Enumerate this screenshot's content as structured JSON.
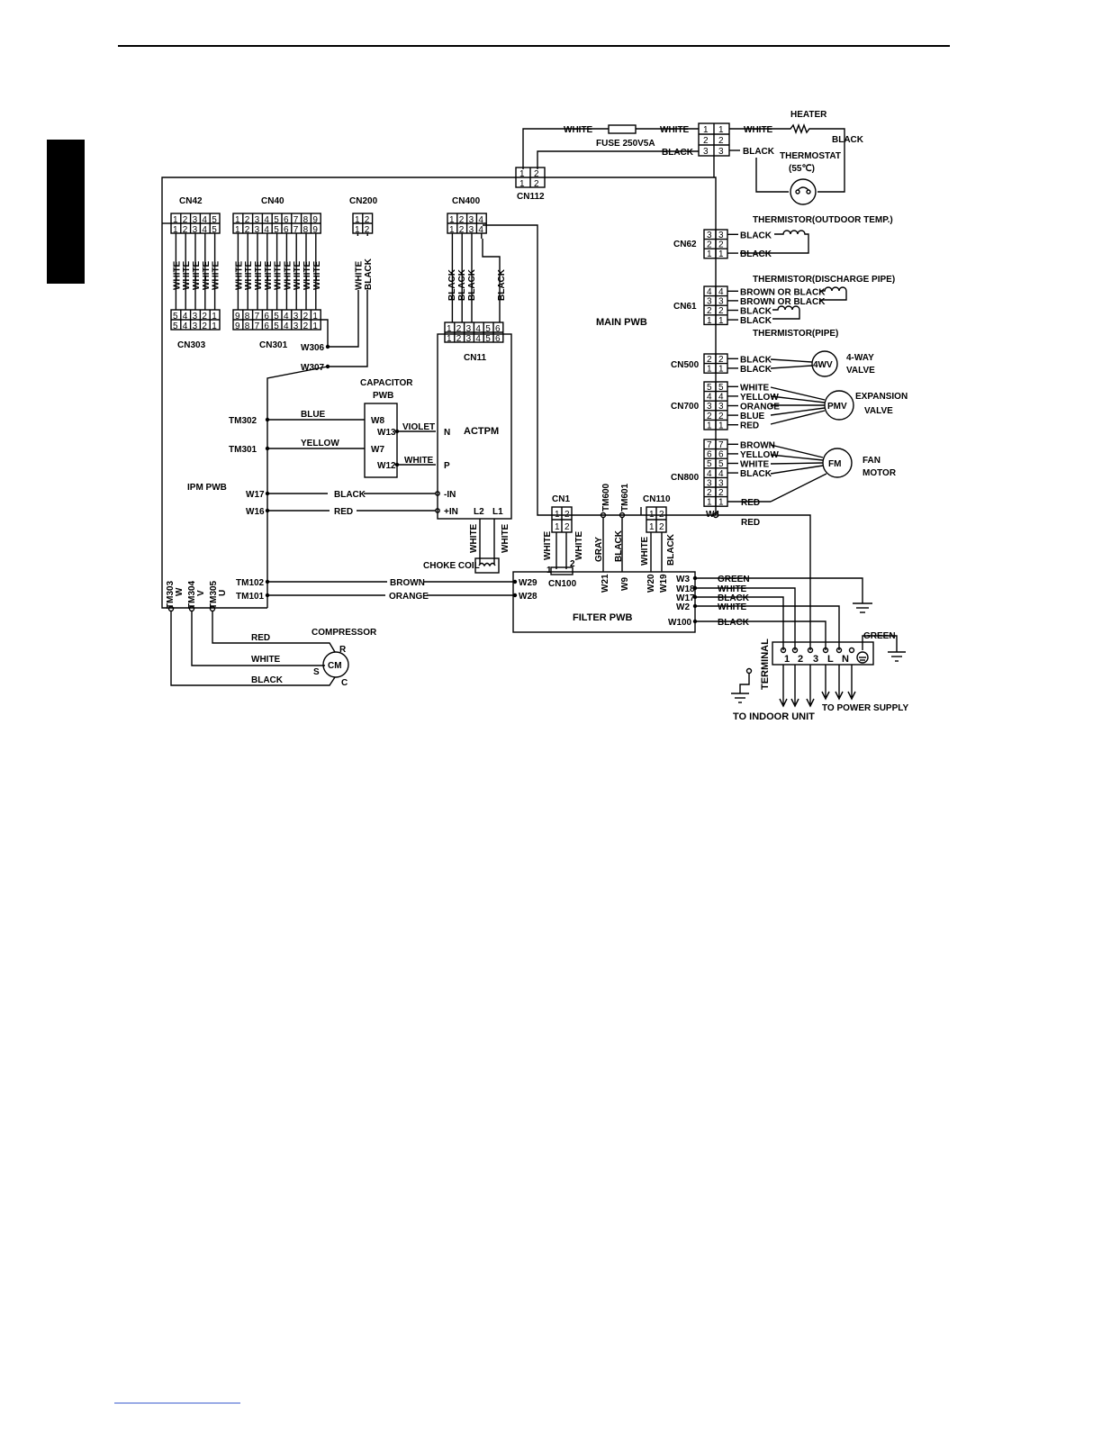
{
  "colors": {
    "ink": "#000000",
    "paper": "#ffffff",
    "side_tab": "#000000",
    "footer_rule": "#3355cc"
  },
  "power": {
    "fuse": "FUSE 250V5A",
    "white": "WHITE",
    "black": "BLACK",
    "heater": "HEATER",
    "thermostat": "THERMOSTAT",
    "thermostat_temp": "(55℃)",
    "cn112": "CN112",
    "pin1": "1",
    "pin2": "2",
    "pin3": "3"
  },
  "main_pwb": {
    "label": "MAIN PWB"
  },
  "left_connectors": {
    "cn42": {
      "name": "CN42",
      "pins": [
        "1",
        "2",
        "3",
        "4",
        "5"
      ],
      "wires": [
        "WHITE",
        "WHITE",
        "WHITE",
        "WHITE",
        "WHITE"
      ]
    },
    "cn40": {
      "name": "CN40",
      "pins": [
        "1",
        "2",
        "3",
        "4",
        "5",
        "6",
        "7",
        "8",
        "9"
      ],
      "wires": [
        "WHITE",
        "WHITE",
        "WHITE",
        "WHITE",
        "WHITE",
        "WHITE",
        "WHITE",
        "WHITE",
        "WHITE"
      ]
    },
    "cn200": {
      "name": "CN200",
      "pins": [
        "1",
        "2"
      ],
      "wires": [
        "WHITE",
        "BLACK"
      ]
    },
    "cn400": {
      "name": "CN400",
      "pins": [
        "1",
        "2",
        "3",
        "4"
      ],
      "wires": [
        "BLACK",
        "BLACK",
        "BLACK",
        "BLACK"
      ]
    },
    "cn303": {
      "name": "CN303",
      "pins": [
        "5",
        "4",
        "3",
        "2",
        "1"
      ]
    },
    "cn301": {
      "name": "CN301",
      "pins": [
        "9",
        "8",
        "7",
        "6",
        "5",
        "4",
        "3",
        "2",
        "1"
      ]
    },
    "cn11": {
      "name": "CN11",
      "pins": [
        "1",
        "2",
        "3",
        "4",
        "5",
        "6"
      ]
    },
    "w306": "W306",
    "w307": "W307"
  },
  "right_side": {
    "cn62": {
      "name": "CN62",
      "pins": [
        "3",
        "2",
        "1"
      ],
      "wires": [
        "BLACK",
        "BLACK"
      ],
      "part": "THERMISTOR(OUTDOOR TEMP.)"
    },
    "cn61": {
      "name": "CN61",
      "pins": [
        "4",
        "3",
        "2",
        "1"
      ],
      "wires": [
        "BROWN OR BLACK",
        "BROWN OR BLACK",
        "BLACK",
        "BLACK"
      ],
      "part_top": "THERMISTOR(DISCHARGE PIPE)",
      "part_bottom": "THERMISTOR(PIPE)"
    },
    "cn500": {
      "name": "CN500",
      "pins": [
        "2",
        "1"
      ],
      "wires": [
        "BLACK",
        "BLACK"
      ],
      "device": "4WV",
      "device_label1": "4-WAY",
      "device_label2": "VALVE"
    },
    "cn700": {
      "name": "CN700",
      "pins": [
        "5",
        "4",
        "3",
        "2",
        "1"
      ],
      "wires": [
        "WHITE",
        "YELLOW",
        "ORANGE",
        "BLUE",
        "RED"
      ],
      "device": "PMV",
      "device_label1": "EXPANSION",
      "device_label2": "VALVE"
    },
    "cn800": {
      "name": "CN800",
      "pins": [
        "7",
        "6",
        "5",
        "4",
        "3",
        "2",
        "1"
      ],
      "wires": [
        "BROWN",
        "YELLOW",
        "WHITE",
        "BLACK",
        "RED"
      ],
      "device": "FM",
      "device_label1": "FAN",
      "device_label2": "MOTOR"
    },
    "w4": "W4",
    "w4_wire": "RED"
  },
  "ipm": {
    "label": "IPM PWB",
    "tm302": "TM302",
    "tm301": "TM301",
    "w17": "W17",
    "w16": "W16",
    "tm102": "TM102",
    "tm101": "TM101",
    "tm303": "TM303",
    "tm304": "TM304",
    "tm305": "TM305",
    "w": "W",
    "v": "V",
    "u": "U",
    "blue": "BLUE",
    "yellow": "YELLOW",
    "black": "BLACK",
    "red": "RED",
    "brown": "BROWN",
    "orange": "ORANGE"
  },
  "capacitor": {
    "label1": "CAPACITOR",
    "label2": "PWB",
    "w8": "W8",
    "w7": "W7",
    "w13": "W13",
    "w12": "W12",
    "violet": "VIOLET",
    "white": "WHITE"
  },
  "actpm": {
    "label": "ACTPM",
    "n": "N",
    "p": "P",
    "minus_in": "-IN",
    "plus_in": "+IN",
    "l2": "L2",
    "l1": "L1",
    "choke": "CHOKE COIL",
    "white": "WHITE"
  },
  "compressor": {
    "label": "COMPRESSOR",
    "cm": "CM",
    "r": "R",
    "s": "S",
    "c": "C",
    "red": "RED",
    "white": "WHITE",
    "black": "BLACK"
  },
  "filter": {
    "label": "FILTER PWB",
    "cn1": "CN1",
    "cn100": "CN100",
    "cn110": "CN110",
    "tm600": "TM600",
    "tm601": "TM601",
    "w29": "W29",
    "w28": "W28",
    "w21": "W21",
    "w9": "W9",
    "w20": "W20",
    "w19": "W19",
    "w3": "W3",
    "w18": "W18",
    "w17": "W17",
    "w2": "W2",
    "w100": "W100",
    "gray": "GRAY",
    "black": "BLACK",
    "white": "WHITE",
    "green": "GREEN",
    "one": "1",
    "two": "2"
  },
  "terminal": {
    "label": "TERMINAL",
    "t1": "1",
    "t2": "2",
    "t3": "3",
    "tl": "L",
    "tn": "N",
    "green": "GREEN",
    "to_indoor": "TO INDOOR UNIT",
    "to_power": "TO POWER SUPPLY"
  }
}
